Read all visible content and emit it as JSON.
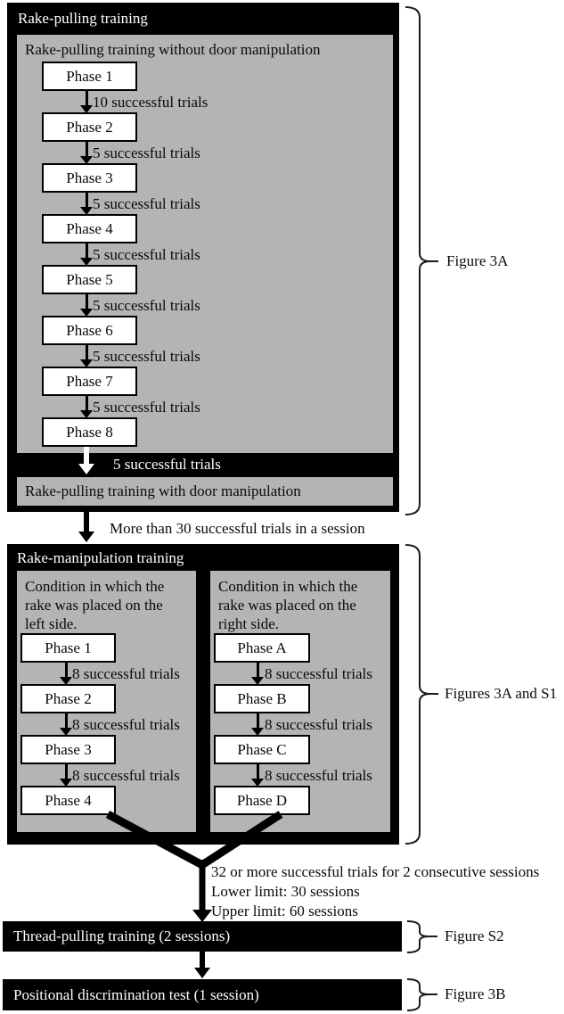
{
  "colors": {
    "ink": "#000000",
    "panel_gray": "#b4b4b4",
    "box_white": "#ffffff"
  },
  "stage1": {
    "title": "Rake-pulling training",
    "subbox_title": "Rake-pulling training without door manipulation",
    "phases": [
      "Phase 1",
      "Phase 2",
      "Phase 3",
      "Phase 4",
      "Phase 5",
      "Phase 6",
      "Phase 7",
      "Phase 8"
    ],
    "transitions": [
      "10 successful trials",
      "5 successful trials",
      "5 successful trials",
      "5 successful trials",
      "5 successful trials",
      "5 successful trials",
      "5 successful trials"
    ],
    "band_label": "5 successful trials",
    "subbox2_title": "Rake-pulling training with door manipulation"
  },
  "stage1_to_stage2": "More than 30 successful trials in a session",
  "stage2": {
    "title": "Rake-manipulation training",
    "left": {
      "condition_lines": [
        "Condition in which the",
        "rake was placed on the",
        "left side."
      ],
      "phases": [
        "Phase 1",
        "Phase 2",
        "Phase 3",
        "Phase 4"
      ],
      "transitions": [
        "8 successful trials",
        "8 successful trials",
        "8 successful trials"
      ]
    },
    "right": {
      "condition_lines": [
        "Condition in which the",
        "rake was placed on the",
        "right side."
      ],
      "phases": [
        "Phase A",
        "Phase B",
        "Phase C",
        "Phase D"
      ],
      "transitions": [
        "8 successful trials",
        "8 successful trials",
        "8 successful trials"
      ]
    }
  },
  "stage2_exit": [
    "32 or more successful trials for 2 consecutive sessions",
    "Lower limit: 30 sessions",
    "Upper limit: 60 sessions"
  ],
  "stage3": {
    "title": "Thread-pulling training (2 sessions)"
  },
  "stage4": {
    "title": "Positional discrimination test (1 session)"
  },
  "figure_labels": {
    "f3a": "Figure 3A",
    "f3a_s1": "Figures 3A and S1",
    "fs2": "Figure S2",
    "f3b": "Figure 3B"
  }
}
